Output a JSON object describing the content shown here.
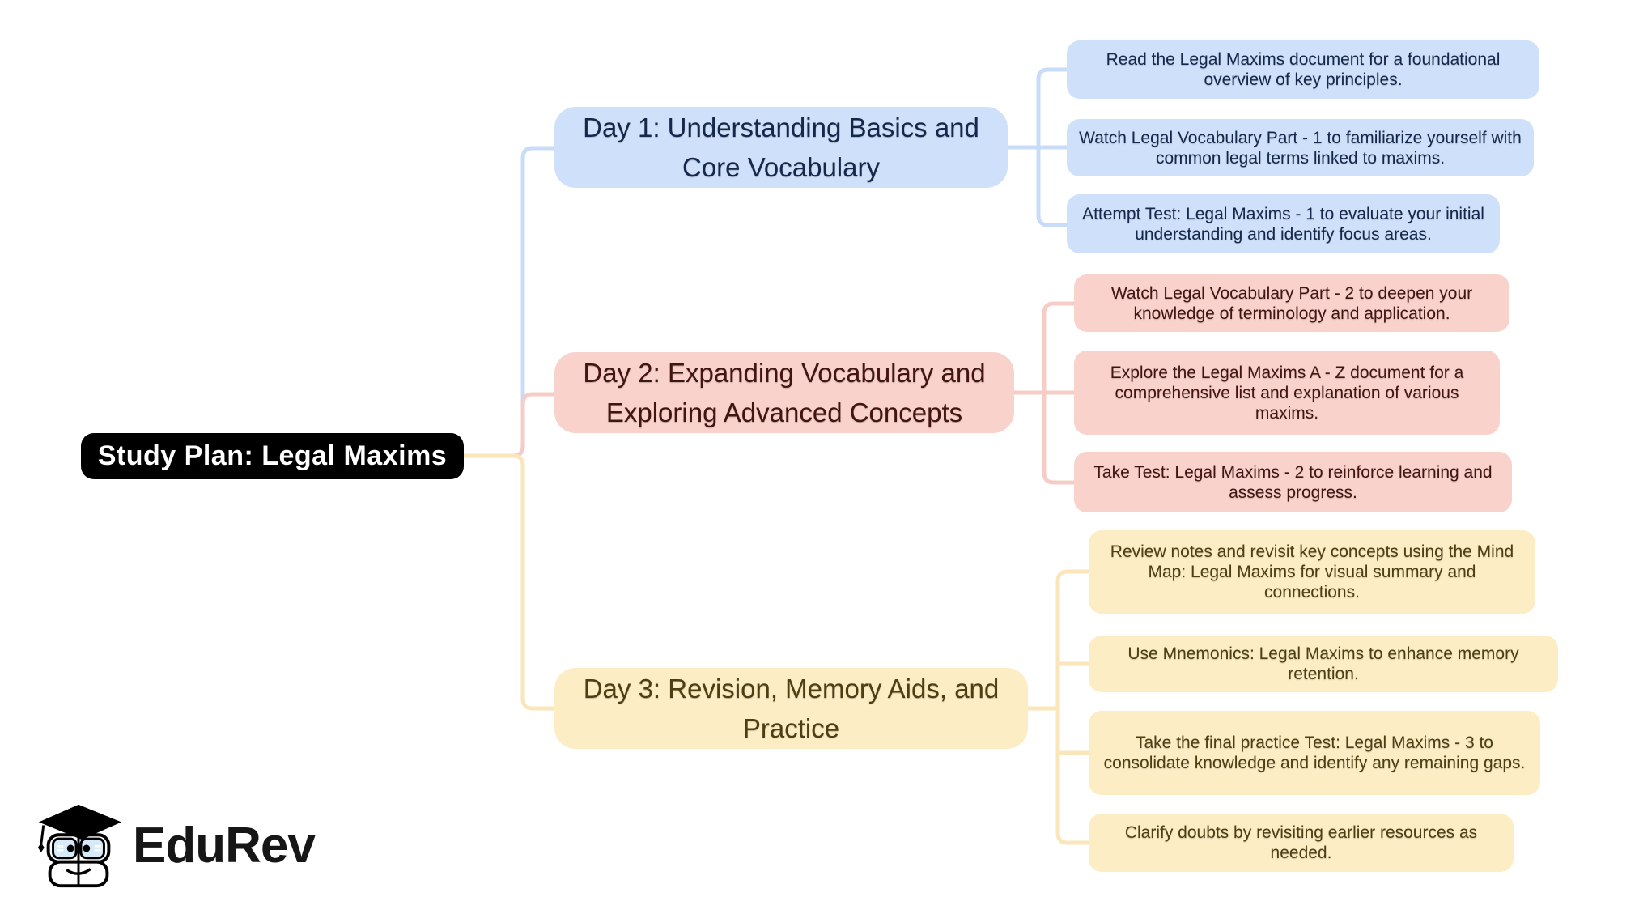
{
  "root": {
    "label": "Study Plan: Legal Maxims",
    "bg_color": "#000000",
    "text_color": "#ffffff"
  },
  "days": [
    {
      "label": "Day 1: Understanding Basics and Core Vocabulary",
      "fill_color": "#cfe1fa",
      "line_color": "#c8dcf8",
      "text_color": "#14284b",
      "leaves": [
        "Read the Legal Maxims document for a foundational overview of key principles.",
        "Watch Legal Vocabulary Part - 1 to familiarize yourself with common legal terms linked to maxims.",
        "Attempt Test: Legal Maxims - 1 to evaluate your initial understanding and identify focus areas."
      ]
    },
    {
      "label": "Day 2: Expanding Vocabulary and Exploring Advanced Concepts",
      "fill_color": "#f9d2cc",
      "line_color": "#f5cdc6",
      "text_color": "#431511",
      "leaves": [
        "Watch Legal Vocabulary Part - 2 to deepen your knowledge of terminology and application.",
        "Explore the Legal Maxims A - Z document for a comprehensive list and explanation of various maxims.",
        "Take Test: Legal Maxims - 2 to reinforce learning and assess progress."
      ]
    },
    {
      "label": "Day 3: Revision, Memory Aids, and Practice",
      "fill_color": "#fcedc4",
      "line_color": "#fae6ba",
      "text_color": "#4c3f12",
      "leaves": [
        "Review notes and revisit key concepts using the Mind Map: Legal Maxims for visual summary and connections.",
        "Use Mnemonics: Legal Maxims to enhance memory retention.",
        "Take the final practice Test: Legal Maxims - 3 to consolidate knowledge and identify any remaining gaps.",
        "Clarify doubts by revisiting earlier resources as needed."
      ]
    }
  ],
  "logo": {
    "brand": "EduRev",
    "icon": "graduation-cap-books-mascot-icon"
  }
}
